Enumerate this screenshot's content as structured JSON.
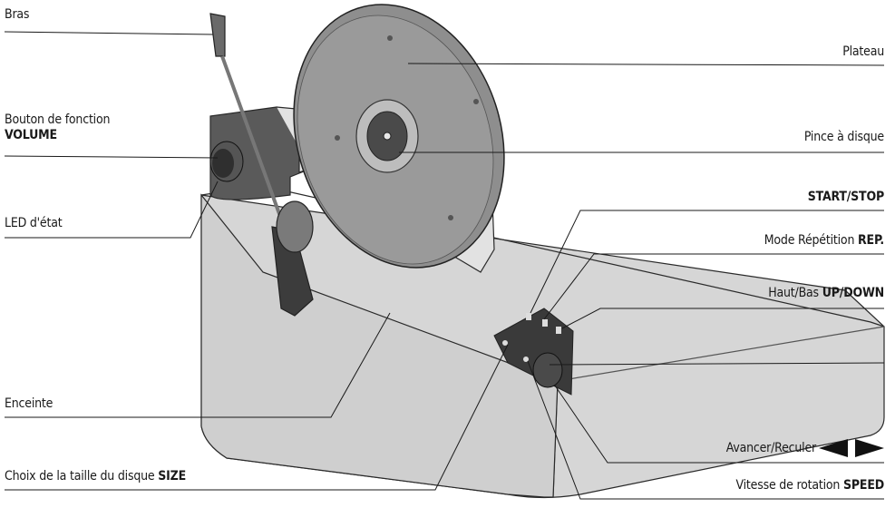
{
  "labels": {
    "bras": "Bras",
    "plateau": "Plateau",
    "bouton_fonction": "Bouton de fonction",
    "volume": "VOLUME",
    "pince": "Pince à disque",
    "led": "LED d'état",
    "start_stop": "START/STOP",
    "repetition_prefix": "Mode Répétition",
    "repetition_bold": "REP.",
    "haut_bas_prefix": "Haut/Bas",
    "haut_bas_bold": "UP/DOWN",
    "enceinte": "Enceinte",
    "avancer": "Avancer/Reculer",
    "size_prefix": "Choix de la taille du disque",
    "size_bold": "SIZE",
    "speed_prefix": "Vitesse de rotation",
    "speed_bold": "SPEED"
  },
  "colors": {
    "line": "#1a1a1a",
    "body_light": "#d9d9d9",
    "body_mid": "#c4c4c4",
    "panel_dark": "#3a3a3a",
    "platter": "#8c8c8c"
  }
}
